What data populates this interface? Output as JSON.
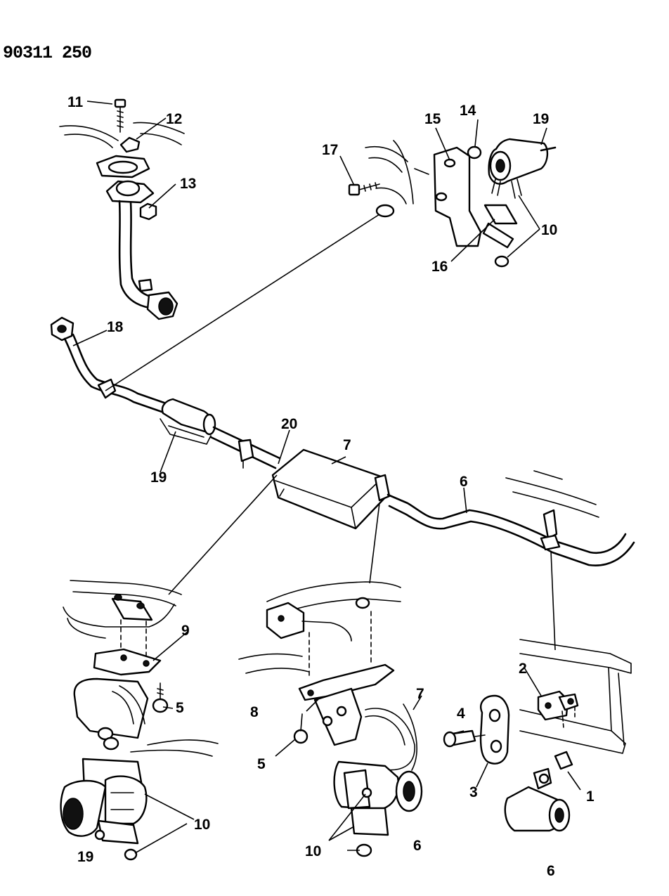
{
  "drawing_number": "90311 250",
  "callouts": {
    "c1": "1",
    "c2": "2",
    "c3": "3",
    "c4": "4",
    "c5a": "5",
    "c5b": "5",
    "c6a": "6",
    "c6b": "6",
    "c6c": "6",
    "c7a": "7",
    "c7b": "7",
    "c8": "8",
    "c9": "9",
    "c10a": "10",
    "c10b": "10",
    "c10c": "10",
    "c11": "11",
    "c12": "12",
    "c13": "13",
    "c14": "14",
    "c15": "15",
    "c16": "16",
    "c17": "17",
    "c18a": "18",
    "c19a": "19",
    "c19b": "19",
    "c19c": "19",
    "c20": "20"
  }
}
